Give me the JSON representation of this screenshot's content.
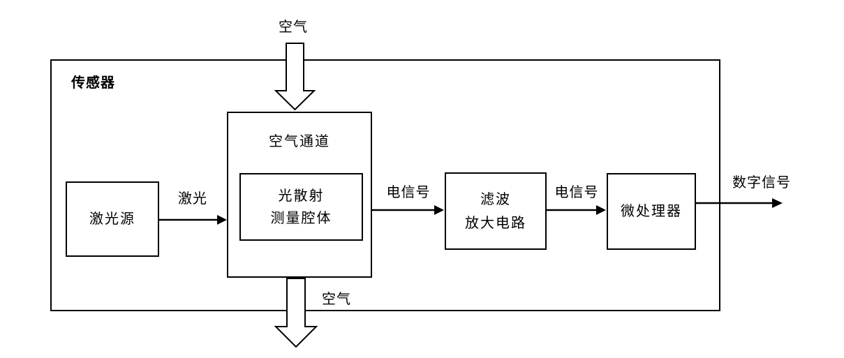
{
  "diagram": {
    "outer_label": "传感器",
    "boxes": {
      "laser_source": "激光源",
      "air_channel": "空气通道",
      "scatter_cavity_line1": "光散射",
      "scatter_cavity_line2": "测量腔体",
      "filter_line1": "滤波",
      "filter_line2": "放大电路",
      "microprocessor": "微处理器"
    },
    "flow_labels": {
      "air_in": "空气",
      "air_out": "空气",
      "laser": "激光",
      "electrical_signal_1": "电信号",
      "electrical_signal_2": "电信号",
      "digital_signal": "数字信号"
    },
    "colors": {
      "line": "#000000",
      "background": "#ffffff"
    }
  }
}
